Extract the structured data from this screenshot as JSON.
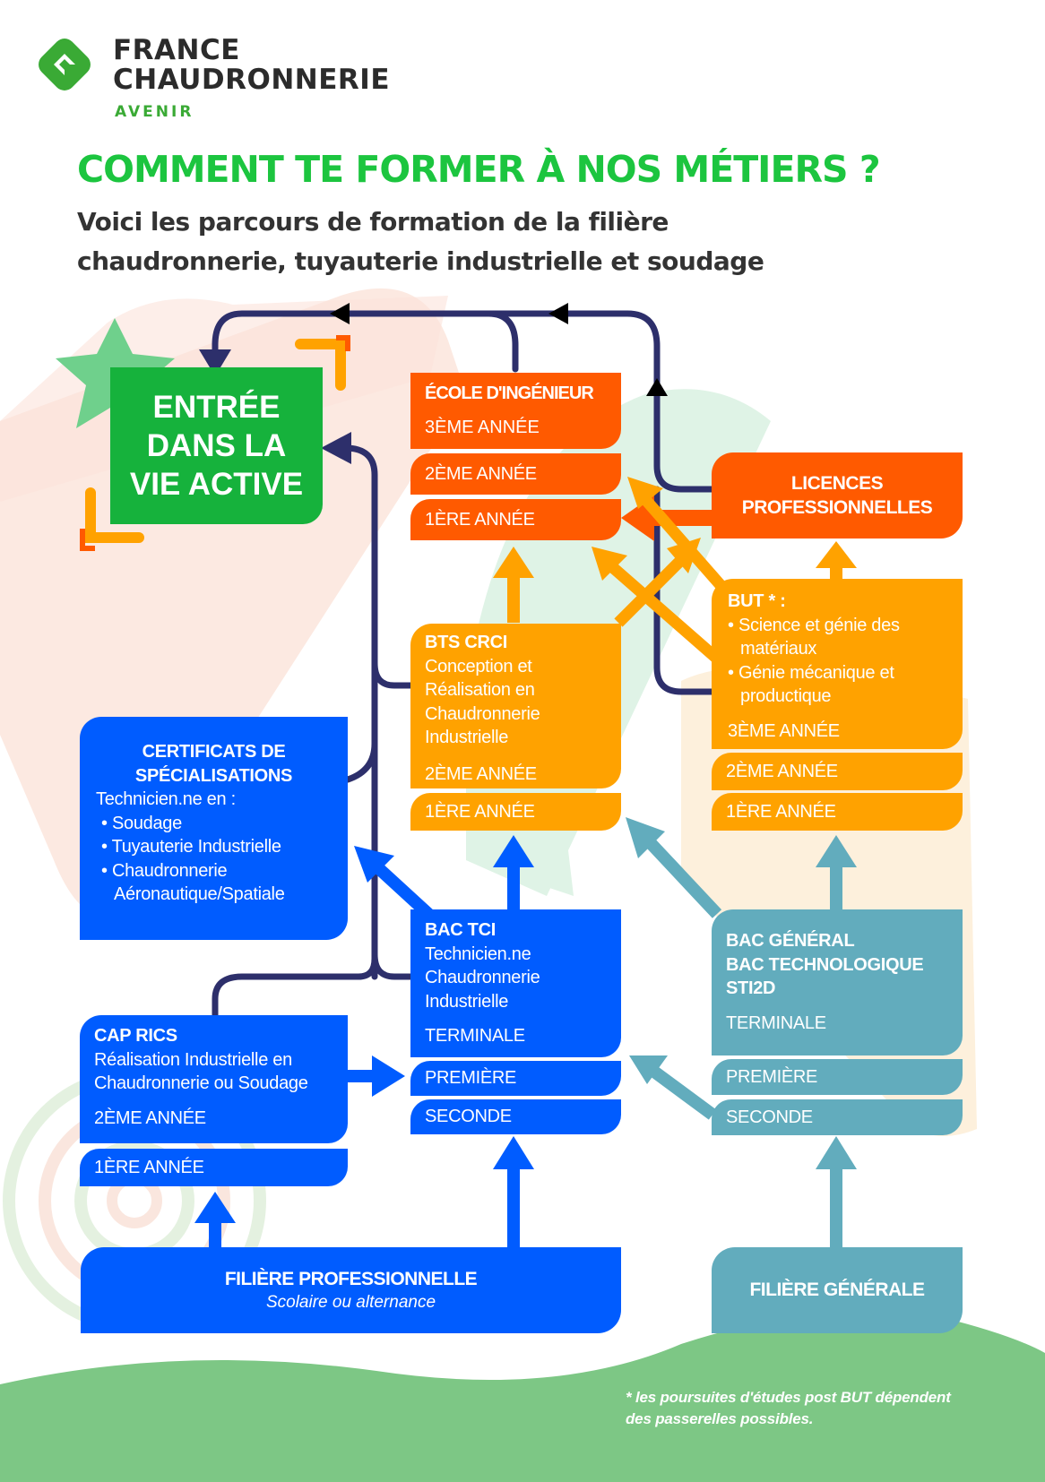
{
  "brand": {
    "line1": "FRANCE",
    "line2": "CHAUDRONNERIE",
    "tagline": "AVENIR",
    "green": "#3aaa35"
  },
  "header": {
    "title": "COMMENT TE FORMER À NOS MÉTIERS ?",
    "subtitle_line1": "Voici les parcours de formation de la filière",
    "subtitle_line2": "chaudronnerie, tuyauterie industrielle et soudage"
  },
  "colors": {
    "orange": "#ff5a00",
    "amber": "#ffa200",
    "blue": "#005cff",
    "teal": "#62acbd",
    "green": "#16b23c",
    "navy_line": "#2d2f6b"
  },
  "nodes": {
    "vie_active": {
      "line1": "ENTRÉE",
      "line2": "DANS LA",
      "line3": "VIE ACTIVE"
    },
    "ecole_ingenieur": {
      "title": "ÉCOLE D'INGÉNIEUR",
      "years": [
        "3ÈME ANNÉE",
        "2ÈME ANNÉE",
        "1ÈRE ANNÉE"
      ]
    },
    "licences": {
      "line1": "LICENCES",
      "line2": "PROFESSIONNELLES"
    },
    "bts": {
      "title": "BTS CRCI",
      "desc": [
        "Conception et",
        "Réalisation en",
        "Chaudronnerie",
        "Industrielle"
      ],
      "years": [
        "2ÈME ANNÉE",
        "1ÈRE ANNÉE"
      ]
    },
    "but": {
      "title": "BUT * :",
      "items": [
        "Science et génie des",
        "matériaux",
        "Génie mécanique et",
        "productique"
      ],
      "years": [
        "3ÈME ANNÉE",
        "2ÈME ANNÉE",
        "1ÈRE ANNÉE"
      ]
    },
    "certificats": {
      "title_line1": "CERTIFICATS DE",
      "title_line2": "SPÉCIALISATIONS",
      "intro": "Technicien.ne en :",
      "items": [
        "Soudage",
        "Tuyauterie Industrielle",
        "Chaudronnerie",
        "Aéronautique/Spatiale"
      ]
    },
    "bac_tci": {
      "title": "BAC TCI",
      "desc": [
        "Technicien.ne",
        "Chaudronnerie",
        "Industrielle"
      ],
      "years": [
        "TERMINALE",
        "PREMIÈRE",
        "SECONDE"
      ]
    },
    "bac_general": {
      "title": [
        "BAC GÉNÉRAL",
        "BAC TECHNOLOGIQUE",
        "STI2D"
      ],
      "years": [
        "TERMINALE",
        "PREMIÈRE",
        "SECONDE"
      ]
    },
    "cap": {
      "title": "CAP RICS",
      "desc": [
        "Réalisation Industrielle en",
        "Chaudronnerie ou Soudage"
      ],
      "years": [
        "2ÈME ANNÉE",
        "1ÈRE ANNÉE"
      ]
    },
    "filiere_pro": {
      "title": "FILIÈRE PROFESSIONNELLE",
      "subtitle": "Scolaire ou alternance"
    },
    "filiere_gen": {
      "title": "FILIÈRE GÉNÉRALE"
    }
  },
  "footnote": {
    "line1": "* les poursuites d'études post BUT dépendent",
    "line2": "des passerelles possibles."
  }
}
